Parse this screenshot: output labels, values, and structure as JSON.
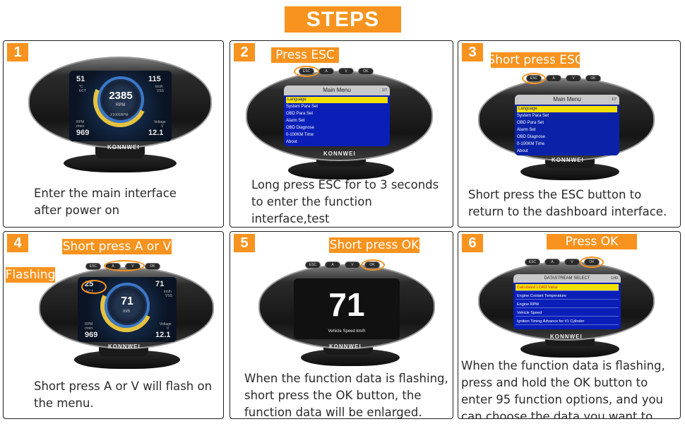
{
  "title": "STEPS",
  "steps": [
    {
      "num": "1",
      "text": "Enter the main interface\nafter power on"
    },
    {
      "num": "2",
      "callout": "Press ESC",
      "text": "Long press ESC for to 3 seconds\nto enter the function interface,test\nand set according to needs"
    },
    {
      "num": "3",
      "callout": "Short press ESC",
      "text": "Short press the ESC button to\nreturn to the dashboard interface."
    },
    {
      "num": "4",
      "callout": "Short press A or V",
      "callout2": "Flashing",
      "text": "Short press A or V will flash on\nthe menu."
    },
    {
      "num": "5",
      "callout": "Short press OK",
      "text": "When the function data is flashing,\nshort press the OK button, the\nfunction data will be enlarged."
    },
    {
      "num": "6",
      "callout": "Press OK",
      "text": "When the function data is flashing,\npress and hold the OK button to\nenter 95 function options, and you\ncan choose the data you want to view."
    }
  ],
  "device": {
    "brand": "KONNWEI",
    "buttons": [
      "ESC",
      "A",
      "V",
      "OK"
    ]
  },
  "dash1": {
    "tl": "51",
    "tl_unit": "°C",
    "tl_lab": "ECT",
    "tr": "115",
    "tr_unit": "km/h",
    "tr_lab": "VSS",
    "center": "2385",
    "center_unit": "RPM",
    "center_sub": "X1000RPM",
    "bl": "969",
    "bl_unit": "r/min",
    "bl_lab": "RPM",
    "br": "12.1",
    "br_unit": "V",
    "br_lab": "Voltage"
  },
  "dash4": {
    "tl": "25",
    "tl_lab": "ECT",
    "tr": "71",
    "tr_unit": "km/h",
    "tr_lab": "VSS",
    "center": "71",
    "center_unit": "m/h",
    "bl": "969",
    "bl_unit": "r/min",
    "bl_lab": "RPM",
    "br": "12.1",
    "br_unit": "V",
    "br_lab": "Voltage"
  },
  "menu": {
    "title": "Main Menu",
    "page": "1/7",
    "items": [
      "Language",
      "System Para Set",
      "OBD Para Set",
      "Alarm Set",
      "OBD Diagnose",
      "0-100KM Time",
      "About"
    ]
  },
  "datastream": {
    "title": "DATASTREAM SELECT",
    "page": "1/43",
    "items": [
      "Calculated LOAD Value",
      "Engine Coolant Temperature",
      "Engine RPM",
      "Vehicle Speed",
      "Ignition Timing Advance for #1 Cylinder"
    ]
  },
  "enlarged": {
    "value": "71",
    "label": "Vehicle Speed km/h"
  }
}
